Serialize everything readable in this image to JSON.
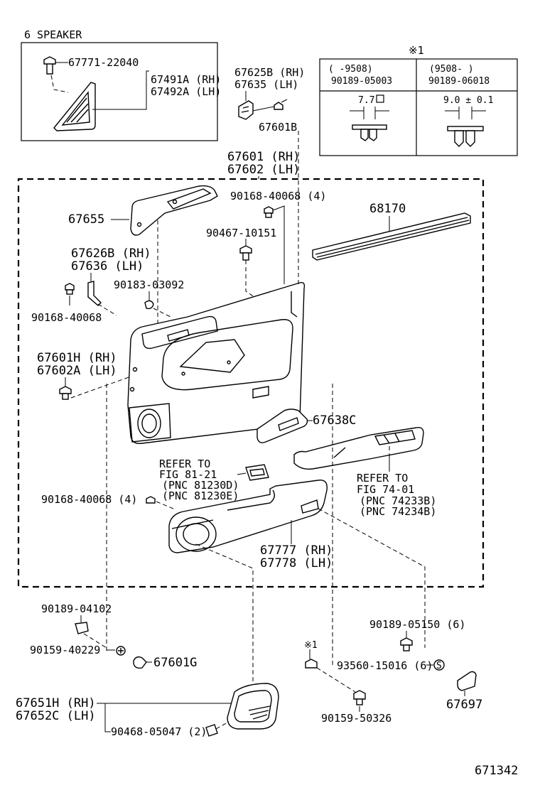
{
  "diagram": {
    "figure_number": "671342",
    "speaker_box": {
      "title": "6 SPEAKER",
      "part_screw": "67771-22040",
      "part_rh": "67491A (RH)",
      "part_lh": "67492A (LH)"
    },
    "variant_table": {
      "title": "※1",
      "col1_range": "(     -9508)",
      "col1_part": "90189-05003",
      "col1_dim": "7.7",
      "col2_range": "(9508-      )",
      "col2_part": "90189-06018",
      "col2_dim": "9.0 ± 0.1"
    },
    "labels": {
      "p67625B": "67625B (RH)",
      "p67635": "67635   (LH)",
      "p67601B": "67601B",
      "p67601": "67601 (RH)",
      "p67602": "67602 (LH)",
      "p67655": "67655",
      "p90168_40068_4": "90168-40068 (4)",
      "p68170": "68170",
      "p90467": "90467-10151",
      "p67626B": "67626B (RH)",
      "p67636": "67636  (LH)",
      "p90183": "90183-03092",
      "p90168_40068": "90168-40068",
      "p67601H": "67601H (RH)",
      "p67602A": "67602A (LH)",
      "p67638C": "67638C",
      "refer_a1": "REFER TO",
      "refer_a2": "FIG 81-21",
      "refer_a3": "(PNC 81230D)",
      "refer_a4": "(PNC 81230E)",
      "refer_b1": "REFER TO",
      "refer_b2": "FIG 74-01",
      "refer_b3": "(PNC 74233B)",
      "refer_b4": "(PNC 74234B)",
      "p90168_40068_4b": "90168-40068 (4)",
      "p67777": "67777 (RH)",
      "p67778": "67778 (LH)",
      "p90189_04102": "90189-04102",
      "p90159_40229": "90159-40229",
      "p67601G": "67601G",
      "p90189_05150": "90189-05150 (6)",
      "note_star1": "※1",
      "p93560": "93560-15016 (6)",
      "p67697": "67697",
      "p67651H": "67651H (RH)",
      "p67652C": "67652C (LH)",
      "p90468": "90468-05047 (2)",
      "p90159_50326": "90159-50326",
      "s_mark": "S"
    }
  }
}
